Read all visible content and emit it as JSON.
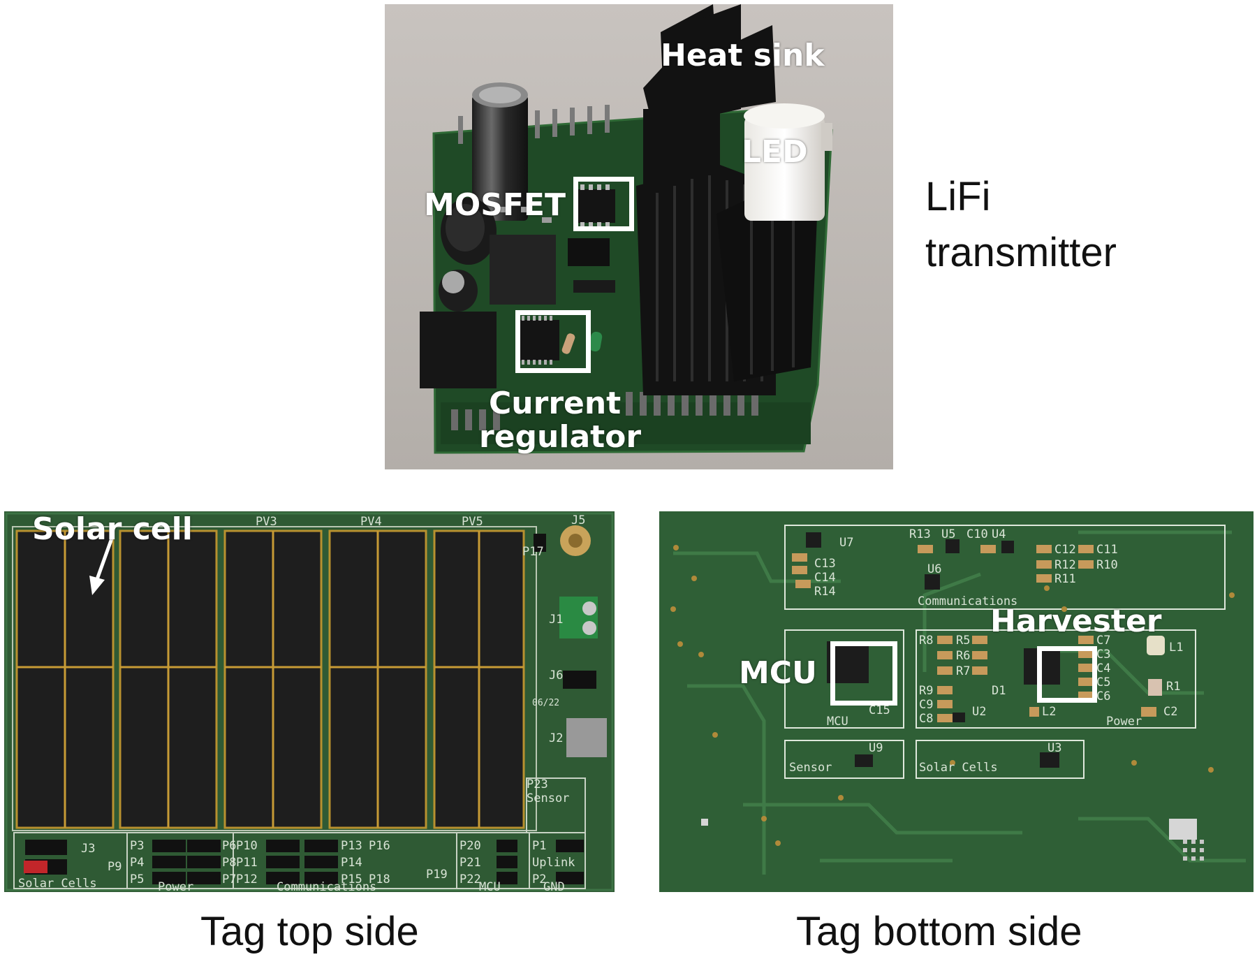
{
  "transmitter": {
    "caption_line1": "LiFi",
    "caption_line2": "transmitter",
    "labels": {
      "heat_sink": "Heat sink",
      "led": "LED",
      "mosfet": "MOSFET",
      "current_line1": "Current",
      "current_line2": "regulator"
    }
  },
  "tag_top": {
    "caption": "Tag top side",
    "labels": {
      "solar_cell": "Solar cell"
    },
    "silkscreen": {
      "pv3": "PV3",
      "pv4": "PV4",
      "pv5": "PV5",
      "j5": "J5",
      "p17": "P17",
      "j1": "J1",
      "j6": "J6",
      "j2": "J2",
      "ver": "06/22",
      "p23": "P23",
      "sensor": "Sensor",
      "j3": "J3",
      "p9": "P9",
      "solar_cells": "Solar Cells",
      "p3": "P3",
      "p4": "P4",
      "p5": "P5",
      "p6": "P6",
      "p8": "P8",
      "p7": "P7",
      "power": "Power",
      "p10": "P10",
      "p11": "P11",
      "p12": "P12",
      "p13": "P13",
      "p14": "P14",
      "p15": "P15",
      "p16": "P16",
      "p18": "P18",
      "p19": "P19",
      "communications": "Communications",
      "p20": "P20",
      "p21": "P21",
      "p22": "P22",
      "mcu": "MCU",
      "p1": "P1",
      "uplink": "Uplink",
      "p2": "P2",
      "gnd": "GND"
    }
  },
  "tag_bottom": {
    "caption": "Tag bottom side",
    "labels": {
      "harvester": "Harvester",
      "mcu": "MCU"
    },
    "silkscreen": {
      "u7": "U7",
      "c13": "C13",
      "c14": "C14",
      "r14": "R14",
      "r13": "R13",
      "u5": "U5",
      "c10": "C10",
      "u4": "U4",
      "u6": "U6",
      "c12": "C12",
      "c11": "C11",
      "r12": "R12",
      "r10": "R10",
      "r11": "R11",
      "communications": "Communications",
      "r8": "R8",
      "r5": "R5",
      "r6": "R6",
      "r7": "R7",
      "r9": "R9",
      "c9": "C9",
      "c8": "C8",
      "d1": "D1",
      "u2": "U2",
      "l2": "L2",
      "c7": "C7",
      "c3": "C3",
      "c4": "C4",
      "c5": "C5",
      "c6": "C6",
      "l1": "L1",
      "r1": "R1",
      "c2": "C2",
      "power": "Power",
      "c15": "C15",
      "mcu_box": "MCU",
      "u9": "U9",
      "sensor": "Sensor",
      "u3": "U3",
      "solar_cells": "Solar Cells"
    }
  }
}
